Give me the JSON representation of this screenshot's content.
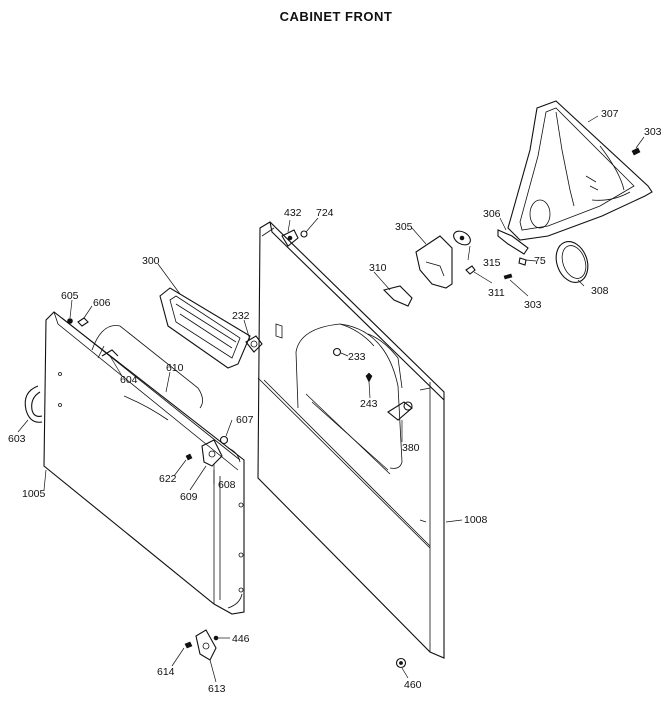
{
  "title": "CABINET FRONT",
  "parts": {
    "p307": "307",
    "p303a": "303",
    "p306": "306",
    "p305": "305",
    "p315": "315",
    "p310": "310",
    "p311": "311",
    "p75": "75",
    "p303b": "303",
    "p308": "308",
    "p432": "432",
    "p724": "724",
    "p300": "300",
    "p232": "232",
    "p233": "233",
    "p243": "243",
    "p380": "380",
    "p605": "605",
    "p606": "606",
    "p604": "604",
    "p610": "610",
    "p603": "603",
    "p607": "607",
    "p622": "622",
    "p609": "609",
    "p608": "608",
    "p1005": "1005",
    "p1008": "1008",
    "p446": "446",
    "p614": "614",
    "p613": "613",
    "p460": "460"
  }
}
